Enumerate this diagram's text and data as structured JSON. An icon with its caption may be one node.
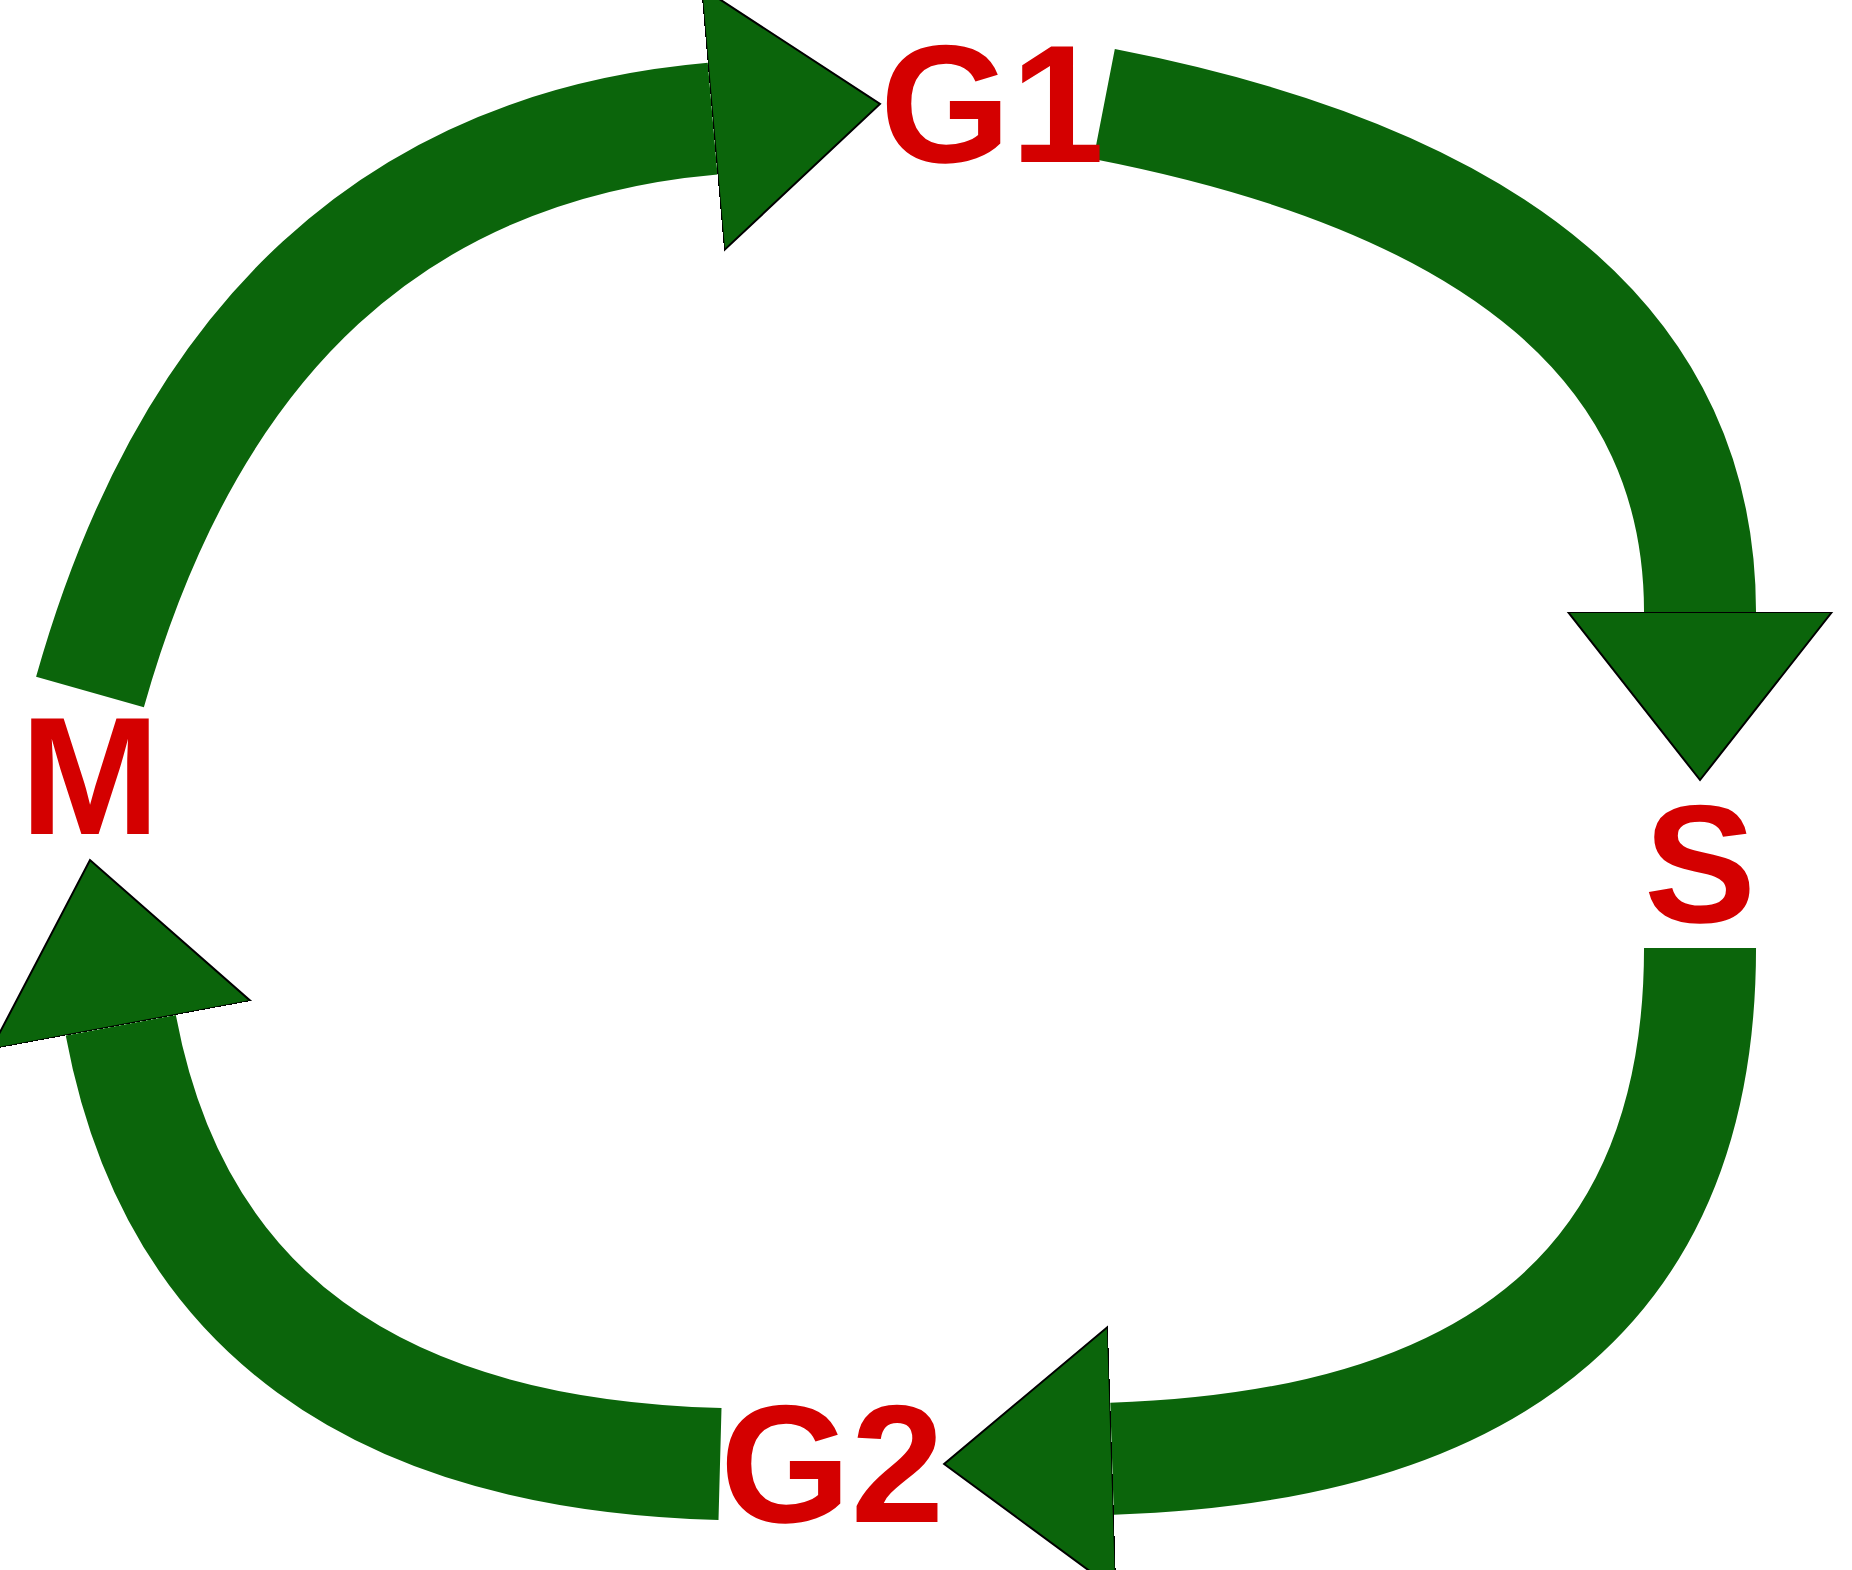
{
  "diagram": {
    "nodes": [
      {
        "text": [
          "G1"
        ]
      },
      {
        "text": [
          "S"
        ]
      },
      {
        "text": [
          "G2"
        ]
      },
      {
        "text": [
          "M"
        ]
      }
    ],
    "edges": [
      {
        "from": 3,
        "to": 0,
        "arrow": "to"
      },
      {
        "from": 0,
        "to": 1,
        "arrow": "to"
      },
      {
        "from": 1,
        "to": 2,
        "arrow": "to"
      },
      {
        "from": 2,
        "to": 3,
        "arrow": "to"
      }
    ]
  }
}
